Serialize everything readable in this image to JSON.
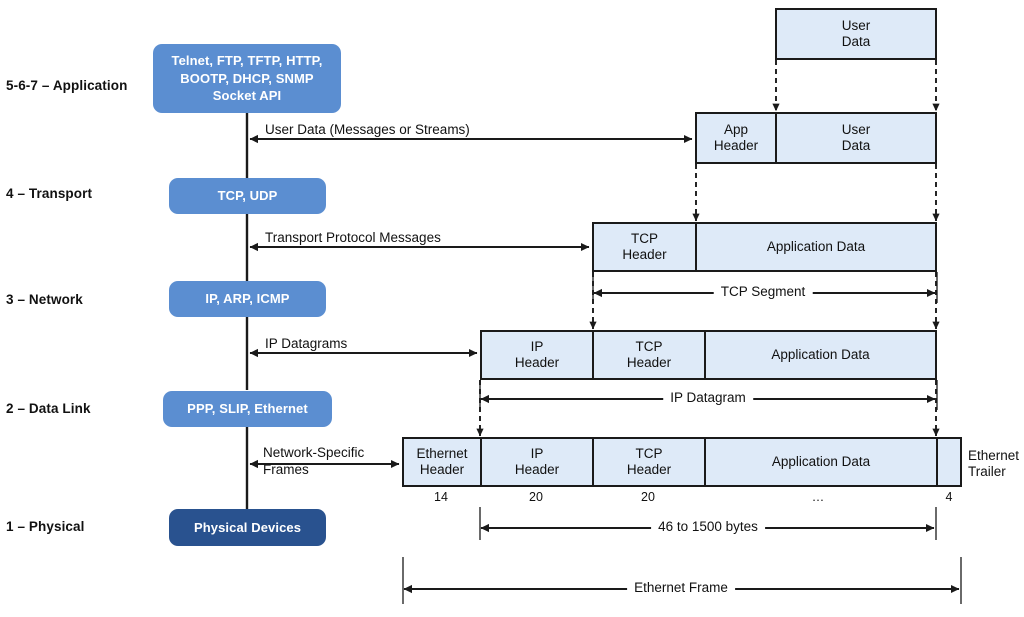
{
  "diagram": {
    "title": "TCP/IP Protocol Stack Data Encapsulation",
    "colors": {
      "pill_blue": "#5b8ed1",
      "pill_dark_blue": "#29528f",
      "packet_fill": "#deeaf8",
      "stroke": "#1a1a1a",
      "background": "#ffffff"
    }
  },
  "layers": [
    {
      "label": "5-6-7 – Application",
      "pill": "Telnet, FTP, TFTP, HTTP,\nBOOTP, DHCP, SNMP\nSocket API",
      "style": "light"
    },
    {
      "label": "4 – Transport",
      "pill": "TCP, UDP",
      "style": "light"
    },
    {
      "label": "3 – Network",
      "pill": "IP, ARP, ICMP",
      "style": "light"
    },
    {
      "label": "2 – Data Link",
      "pill": "PPP, SLIP, Ethernet",
      "style": "light"
    },
    {
      "label": "1 – Physical",
      "pill": "Physical Devices",
      "style": "dark"
    }
  ],
  "flows": [
    {
      "label": "User Data (Messages or Streams)"
    },
    {
      "label": "Transport Protocol Messages"
    },
    {
      "label": "IP Datagrams"
    },
    {
      "label": "Network-Specific\nFrames"
    }
  ],
  "packets": {
    "user_data_row": {
      "cells": [
        {
          "label": "User\nData"
        }
      ]
    },
    "app_row": {
      "cells": [
        {
          "label": "App\nHeader"
        },
        {
          "label": "User\nData"
        }
      ]
    },
    "tcp_row": {
      "cells": [
        {
          "label": "TCP\nHeader"
        },
        {
          "label": "Application Data"
        }
      ]
    },
    "ip_row": {
      "cells": [
        {
          "label": "IP\nHeader"
        },
        {
          "label": "TCP\nHeader"
        },
        {
          "label": "Application Data"
        }
      ]
    },
    "ethernet_row": {
      "cells": [
        {
          "label": "Ethernet\nHeader"
        },
        {
          "label": "IP\nHeader"
        },
        {
          "label": "TCP\nHeader"
        },
        {
          "label": "Application Data"
        },
        {
          "label": ""
        }
      ],
      "trailer_label": "Ethernet\nTrailer",
      "byte_counts": [
        "14",
        "20",
        "20",
        "…",
        "4"
      ]
    }
  },
  "measures": [
    {
      "label": "TCP Segment"
    },
    {
      "label": "IP Datagram"
    },
    {
      "label": "46 to 1500 bytes"
    },
    {
      "label": "Ethernet Frame"
    }
  ]
}
